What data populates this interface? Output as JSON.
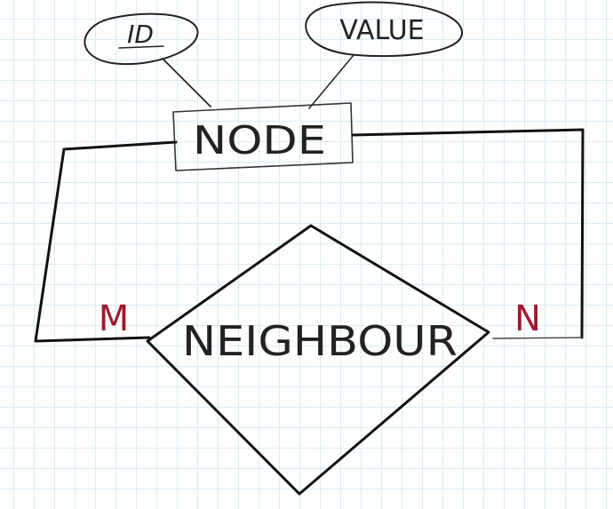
{
  "diagram": {
    "entity": {
      "label": "NODE"
    },
    "attributes": [
      {
        "label": "ID",
        "is_key": true
      },
      {
        "label": "VALUE",
        "is_key": false
      }
    ],
    "relationship": {
      "label": "NEIGHBOUR"
    },
    "cardinality": {
      "left": "M",
      "right": "N"
    }
  },
  "colors": {
    "ink": "#111111",
    "thin_ink": "#333333",
    "cardinality": "#a3182c",
    "grid": "#d9ecf7"
  }
}
